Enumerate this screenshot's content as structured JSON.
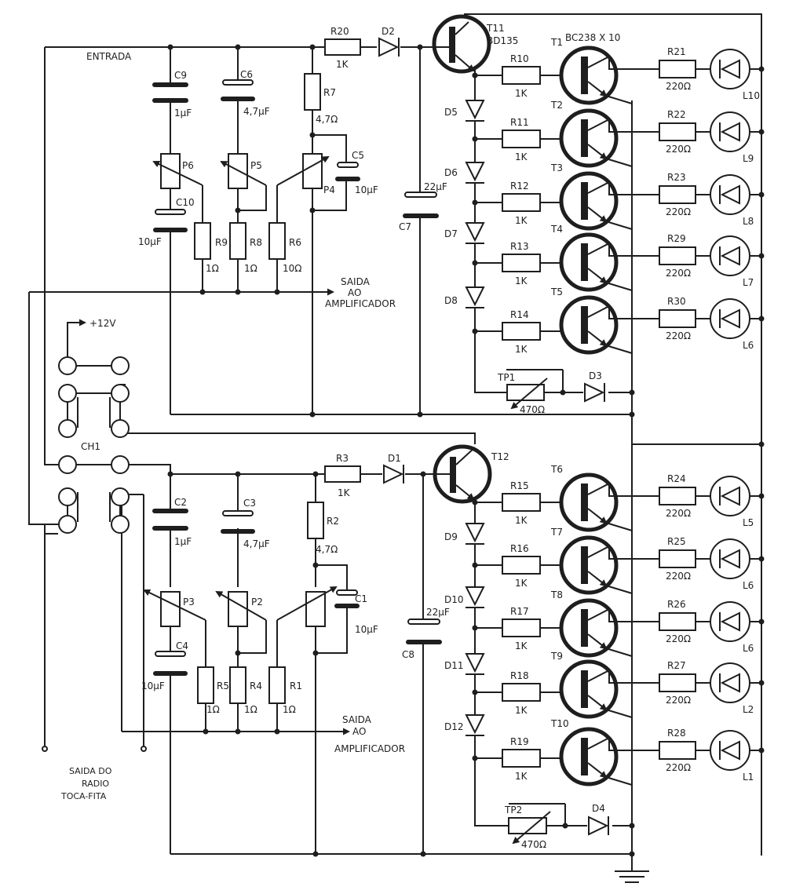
{
  "labels": {
    "entrada": "ENTRADA",
    "saida_top_1": "SAIDA",
    "saida_top_2": "AO",
    "saida_top_3": "AMPLIFICADOR",
    "saida_bot_1": "SAIDA",
    "saida_bot_2": "AO",
    "saida_bot_3": "AMPLIFICADOR",
    "radio_1": "SAIDA DO",
    "radio_2": "RADIO",
    "radio_3": "TOCA-FITA",
    "supply": "+12V",
    "switch": "CH1",
    "transistor_note": "BC238 X 10"
  },
  "parts": {
    "R20": {
      "name": "R20",
      "value": "1K"
    },
    "R7": {
      "name": "R7",
      "value": "4,7Ω"
    },
    "R9": {
      "name": "R9",
      "value": "1Ω"
    },
    "R8": {
      "name": "R8",
      "value": "1Ω"
    },
    "R6": {
      "name": "R6",
      "value": "10Ω"
    },
    "R3": {
      "name": "R3",
      "value": "1K"
    },
    "R2": {
      "name": "R2",
      "value": "4,7Ω"
    },
    "R5": {
      "name": "R5",
      "value": "1Ω"
    },
    "R4": {
      "name": "R4",
      "value": "1Ω"
    },
    "R1": {
      "name": "R1",
      "value": "1Ω"
    },
    "C9": {
      "name": "C9",
      "value": "1μF"
    },
    "C6": {
      "name": "C6",
      "value": "4,7μF"
    },
    "C5": {
      "name": "C5",
      "value": "10μF"
    },
    "C10": {
      "name": "C10",
      "value": "10μF"
    },
    "C7": {
      "name": "C7",
      "value": "22μF"
    },
    "C2": {
      "name": "C2",
      "value": "1μF"
    },
    "C3": {
      "name": "C3",
      "value": "4,7μF"
    },
    "C1": {
      "name": "C1",
      "value": "10μF"
    },
    "C4": {
      "name": "C4",
      "value": "10μF"
    },
    "C8": {
      "name": "C8",
      "value": "22μF"
    },
    "P6": {
      "name": "P6"
    },
    "P5": {
      "name": "P5"
    },
    "P4": {
      "name": "P4"
    },
    "P3": {
      "name": "P3"
    },
    "P2": {
      "name": "P2"
    },
    "D2": {
      "name": "D2"
    },
    "D1": {
      "name": "D1"
    },
    "D5": {
      "name": "D5"
    },
    "D6": {
      "name": "D6"
    },
    "D7": {
      "name": "D7"
    },
    "D8": {
      "name": "D8"
    },
    "D9": {
      "name": "D9"
    },
    "D10": {
      "name": "D10"
    },
    "D11": {
      "name": "D11"
    },
    "D12": {
      "name": "D12"
    },
    "D3": {
      "name": "D3"
    },
    "D4": {
      "name": "D4"
    },
    "T11": {
      "name": "T11",
      "value": "BD135"
    },
    "T12": {
      "name": "T12"
    },
    "TP1": {
      "name": "TP1",
      "value": "470Ω"
    },
    "TP2": {
      "name": "TP2",
      "value": "470Ω"
    }
  },
  "ladder_top": [
    {
      "rb": "R10",
      "rb_val": "1K",
      "t": "T1",
      "rc": "R21",
      "rc_val": "220Ω",
      "led": "L10"
    },
    {
      "rb": "R11",
      "rb_val": "1K",
      "t": "T2",
      "rc": "R22",
      "rc_val": "220Ω",
      "led": "L9"
    },
    {
      "rb": "R12",
      "rb_val": "1K",
      "t": "T3",
      "rc": "R23",
      "rc_val": "220Ω",
      "led": "L8"
    },
    {
      "rb": "R13",
      "rb_val": "1K",
      "t": "T4",
      "rc": "R29",
      "rc_val": "220Ω",
      "led": "L7"
    },
    {
      "rb": "R14",
      "rb_val": "1K",
      "t": "T5",
      "rc": "R30",
      "rc_val": "220Ω",
      "led": "L6"
    }
  ],
  "ladder_bottom": [
    {
      "rb": "R15",
      "rb_val": "1K",
      "t": "T6",
      "rc": "R24",
      "rc_val": "220Ω",
      "led": "L5"
    },
    {
      "rb": "R16",
      "rb_val": "1K",
      "t": "T7",
      "rc": "R25",
      "rc_val": "220Ω",
      "led": "L6"
    },
    {
      "rb": "R17",
      "rb_val": "1K",
      "t": "T8",
      "rc": "R26",
      "rc_val": "220Ω",
      "led": "L6"
    },
    {
      "rb": "R18",
      "rb_val": "1K",
      "t": "T9",
      "rc": "R27",
      "rc_val": "220Ω",
      "led": "L2"
    },
    {
      "rb": "R19",
      "rb_val": "1K",
      "t": "T10",
      "rc": "R28",
      "rc_val": "220Ω",
      "led": "L1"
    }
  ]
}
